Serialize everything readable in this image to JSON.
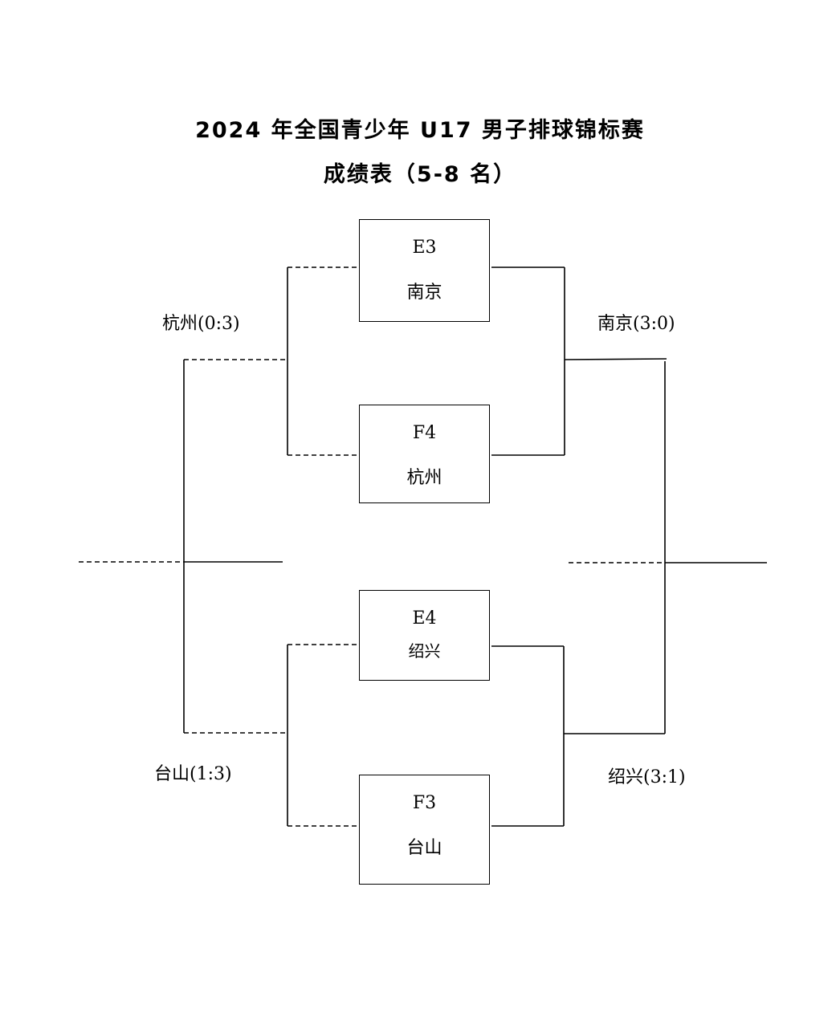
{
  "title": {
    "main": "2024 年全国青少年 U17 男子排球锦标赛",
    "sub": "成绩表（5-8 名）"
  },
  "teams": [
    {
      "code": "E3",
      "name": "南京"
    },
    {
      "code": "F4",
      "name": "杭州"
    },
    {
      "code": "E4",
      "name": "绍兴"
    },
    {
      "code": "F3",
      "name": "台山"
    }
  ],
  "results": {
    "left_top": "杭州(0:3)",
    "left_bottom": "台山(1:3)",
    "right_top": "南京(3:0)",
    "right_bottom": "绍兴(3:1)"
  }
}
